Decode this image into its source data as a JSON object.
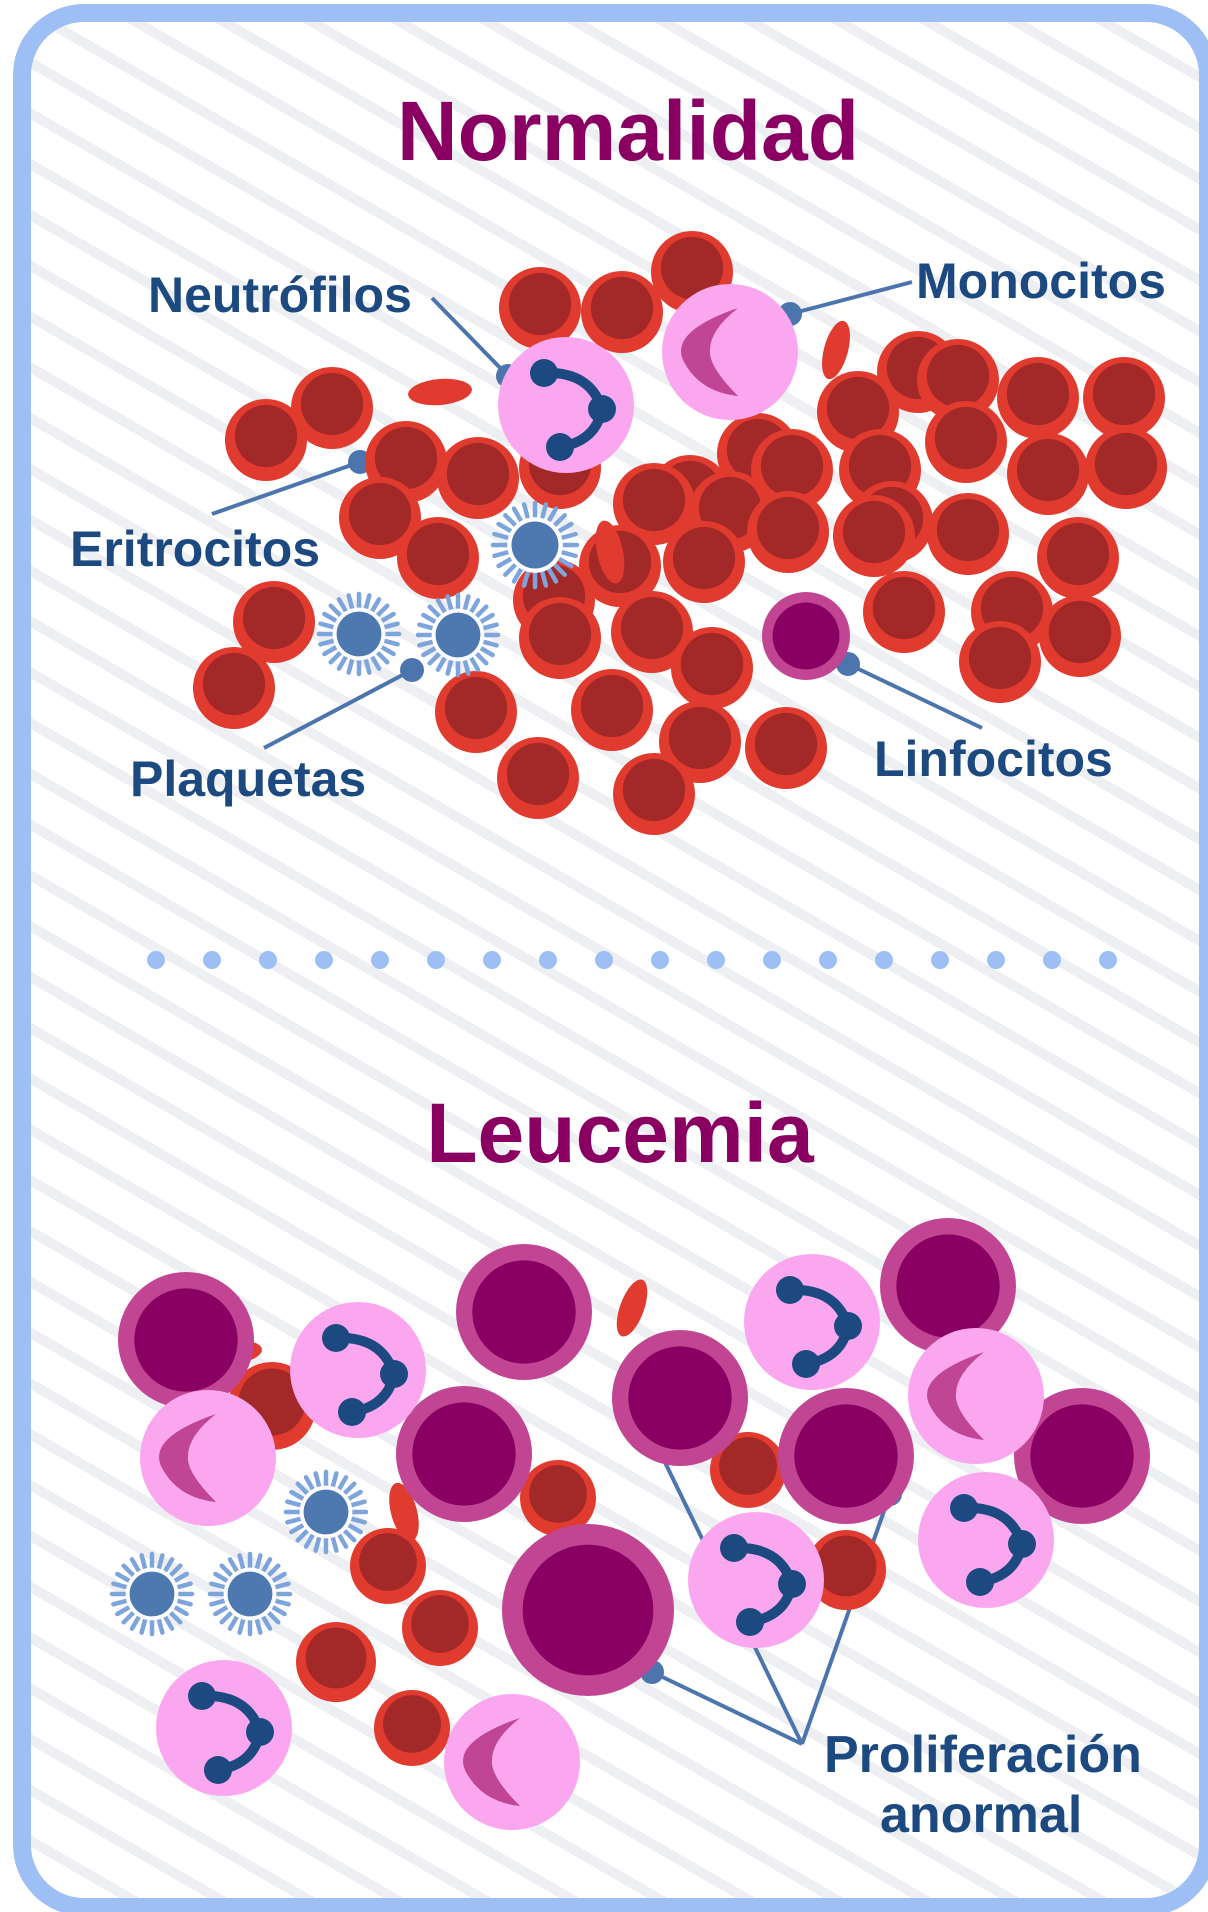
{
  "colors": {
    "frame": "#9dbff5",
    "title": "#8a0062",
    "label": "#1c4a80",
    "leader_line": "#4d75ad",
    "erythrocyte_rim": "#e03b2e",
    "erythrocyte_core": "#a32828",
    "leukocyte_dark": "#8a0062",
    "leukocyte_rim": "#c24594",
    "leukocyte_light": "#fba7f0",
    "monocyte_nucleus": "#c04594",
    "platelet": "#4d79b0",
    "dots": "#9dbff5"
  },
  "normal": {
    "title": "Normalidad",
    "labels": {
      "neutrophils": "Neutrófilos",
      "monocytes": "Monocitos",
      "erythrocytes": "Eritrocitos",
      "platelets": "Plaquetas",
      "lymphocytes": "Linfocitos"
    }
  },
  "leukemia": {
    "title": "Leucemia",
    "labels": {
      "proliferation_line1": "Proliferación",
      "proliferation_line2": "anormal"
    }
  },
  "icons": {
    "erythrocyte": "red-blood-cell-icon",
    "neutrophil": "neutrophil-icon",
    "monocyte": "monocyte-icon",
    "lymphocyte": "lymphocyte-icon",
    "platelet": "platelet-icon",
    "blast": "abnormal-blast-cell-icon"
  }
}
